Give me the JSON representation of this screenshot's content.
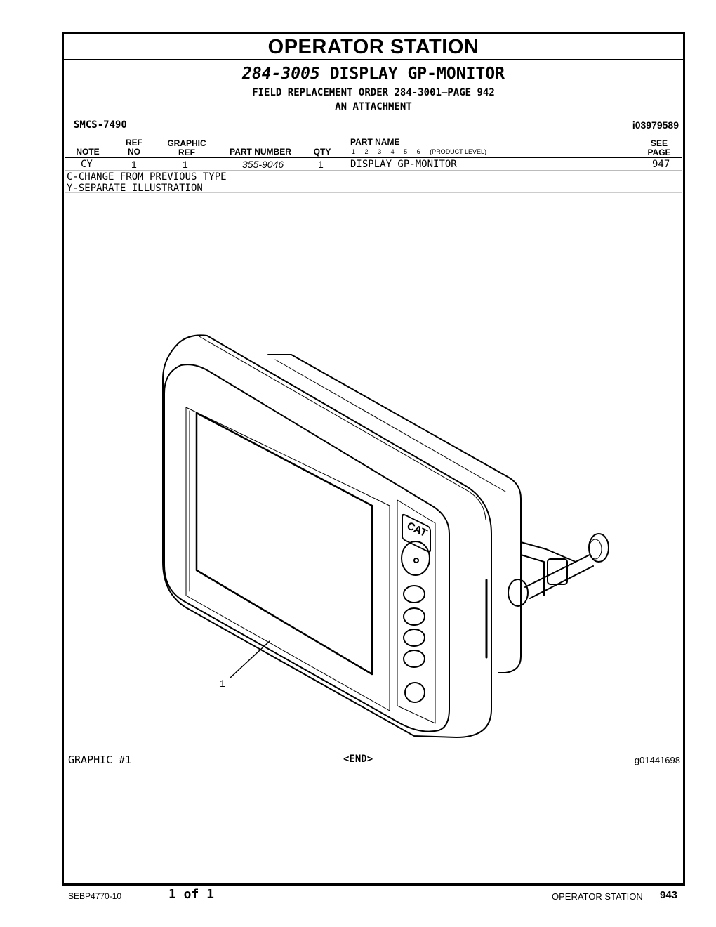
{
  "page_title": "OPERATOR STATION",
  "group": {
    "part_number": "284-3005",
    "name": "DISPLAY GP-MONITOR",
    "field_replacement": "FIELD REPLACEMENT ORDER 284-3001—PAGE 942",
    "type": "AN ATTACHMENT"
  },
  "smcs": "SMCS-7490",
  "info_id": "i03979589",
  "table": {
    "headers": {
      "note": "NOTE",
      "ref_no": [
        "REF",
        "NO"
      ],
      "graphic_ref": [
        "GRAPHIC",
        "REF"
      ],
      "part_number": "PART NUMBER",
      "qty": "QTY",
      "part_name": "PART NAME",
      "product_levels": [
        "1",
        "2",
        "3",
        "4",
        "5",
        "6"
      ],
      "product_level_label": "(PRODUCT LEVEL)",
      "see_page": [
        "SEE",
        "PAGE"
      ]
    },
    "rows": [
      {
        "note": "CY",
        "ref_no": "1",
        "graphic_ref": "1",
        "part_number": "355-9046",
        "qty": "1",
        "part_name": "DISPLAY GP-MONITOR",
        "see_page": "947"
      }
    ]
  },
  "legend": [
    "C-CHANGE FROM PREVIOUS TYPE",
    "Y-SEPARATE ILLUSTRATION"
  ],
  "illustration": {
    "callout": "1",
    "logo_text": "CAT",
    "graphic_label": "GRAPHIC #1",
    "end_marker": "<END>",
    "graphic_id": "g01441698"
  },
  "footer": {
    "document": "SEBP4770-10",
    "page_of": "1 of 1",
    "section": "OPERATOR STATION",
    "page_number": "943"
  }
}
